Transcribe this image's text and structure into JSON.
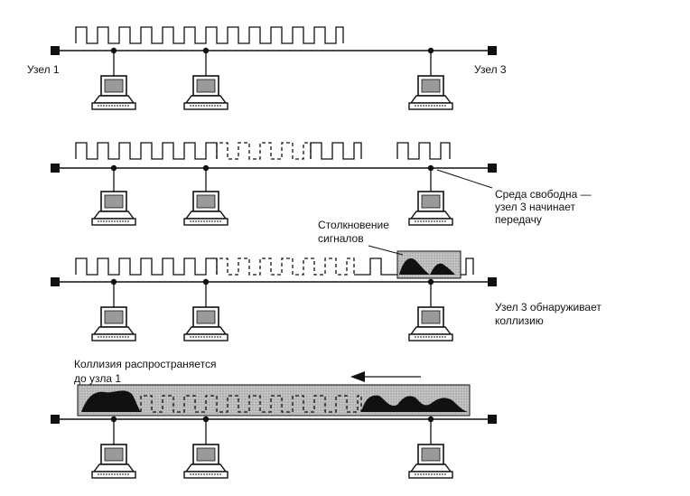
{
  "labels": {
    "node1": "Узел 1",
    "node3": "Узел 3",
    "medium_free_1": "Среда свободна —",
    "medium_free_2": "узел 3 начинает",
    "medium_free_3": "передачу",
    "collision_1": "Столкновение",
    "collision_2": "сигналов",
    "detect_1": "Узел 3 обнаруживает",
    "detect_2": "коллизию",
    "propagate_1": "Коллизия распространяется",
    "propagate_2": "до узла 1"
  },
  "colors": {
    "ink": "#111111",
    "signal_fill": "#b9b9b9",
    "screen_fill": "#9a9a9a",
    "paper": "#ffffff"
  }
}
